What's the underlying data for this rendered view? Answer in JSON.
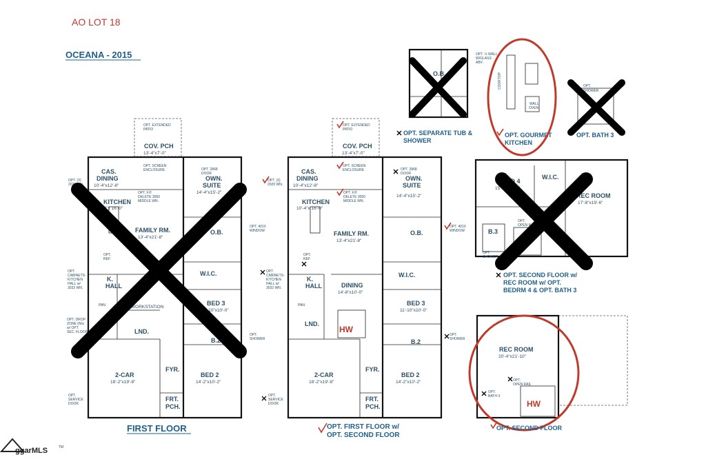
{
  "header": {
    "lot": "AO LOT 18",
    "model": "OCEANA - 2015"
  },
  "plan_left": {
    "title": "FIRST FLOOR",
    "rooms": {
      "cov_pch": "COV. PCH",
      "cov_pch_dim": "13'-4\"x7'-0\"",
      "cas_dining": "CAS.",
      "cas_dining2": "DINING",
      "cas_dining_dim": "10'-4\"x12'-8\"",
      "kitchen": "KITCHEN",
      "kitchen_dim": "10'-4\"x 16'-0\"",
      "family": "FAMILY RM.",
      "family_dim": "13'-4\"x21'-8\"",
      "own_suite": "OWN.",
      "own_suite2": "SUITE",
      "own_suite_dim": "14'-4\"x15'-2\"",
      "ob": "O.B.",
      "wic": "W.I.C.",
      "k_hall": "K.",
      "k_hall2": "HALL",
      "workstation": "WORKSTATION",
      "bed3": "BED 3",
      "bed3_dim": "11'-10\"x10'-0\"",
      "lnd": "LND.",
      "b2": "B.2",
      "two_car": "2-CAR",
      "two_car_dim": "18'-2\"x19'-8\"",
      "fyr": "FYR.",
      "bed2": "BED 2",
      "bed2_dim": "14'-2\"x10'-2\"",
      "frt": "FRT.",
      "pch": "PCH.",
      "pan": "PAN."
    },
    "options": {
      "ext_patio": "OPT. EXTENDED",
      "ext_patio2": "PATIO",
      "screen": "OPT. SCREEN",
      "screen2": "ENCLOSURE",
      "wn": "OPT. (3)",
      "wn2": "2020 WN.",
      "fp": "OPT. F.P.",
      "fp2": "DELETE 3050",
      "fp3": "MIDDLE WN.",
      "door": "OPT. 2868",
      "door2": "DOOR",
      "window": "OPT. 4010",
      "window2": "WINDOW",
      "ref": "OPT.",
      "ref2": "REF",
      "cab": "OPT.",
      "cab2": "CABINETS-",
      "cab3": "KITCHEN",
      "cab4": "HALL w/",
      "cab5": "3032 WN.",
      "drop": "OPT. DROP",
      "drop2": "ZONE (N/a",
      "drop3": "w/ OPT.",
      "drop4": "SEC. FLOOR",
      "shower": "OPT.",
      "shower2": "SHOWER",
      "service": "OPT.",
      "service2": "SERVICE",
      "service3": "DOOR"
    }
  },
  "plan_mid": {
    "title": "OPT. FIRST FLOOR w/",
    "title2": "OPT. SECOND FLOOR",
    "rooms": {
      "cov_pch": "COV. PCH",
      "cov_pch_dim": "13'-4\"x7'-0\"",
      "cas_dining": "CAS.",
      "cas_dining2": "DINING",
      "cas_dining_dim": "10'-4\"x12'-8\"",
      "kitchen": "KITCHEN",
      "kitchen_dim": "10'-4\"x 16'-0\"",
      "family": "FAMILY RM.",
      "family_dim": "13'-4\"x21'-8\"",
      "own_suite": "OWN.",
      "own_suite2": "SUITE",
      "own_suite_dim": "14'-4\"x15'-2\"",
      "ob": "O.B.",
      "wic": "W.I.C.",
      "k_hall": "K.",
      "k_hall2": "HALL",
      "dining": "DINING",
      "dining_dim": "14'-8\"x10'-0\"",
      "bed3": "BED 3",
      "bed3_dim": "11'-10\"x10'-0\"",
      "lnd": "LND.",
      "b2": "B.2",
      "two_car": "2-CAR",
      "two_car_dim": "18'-2\"x19'-8\"",
      "fyr": "FYR.",
      "bed2": "BED 2",
      "bed2_dim": "14'-2\"x10'-2\"",
      "frt": "FRT.",
      "pch": "PCH.",
      "pan": "PAN.",
      "hw": "HW"
    },
    "options": {
      "ext_patio": "OPT. EXTENDED",
      "ext_patio2": "PATIO",
      "screen": "OPT. SCREEN",
      "screen2": "ENCLOSURE",
      "wn": "OPT. (3)",
      "wn2": "2020 WN.",
      "fp": "OPT. F.P.",
      "fp2": "DELETE 3050",
      "fp3": "MIDDLE WN.",
      "door": "OPT. 2868",
      "door2": "DOOR",
      "window": "OPT. 4010",
      "window2": "WINDOW",
      "ref": "OPT.",
      "ref2": "REF",
      "cab": "OPT.",
      "cab2": "CABINETS-",
      "cab3": "KITCHEN",
      "cab4": "HALL w/",
      "cab5": "3032 WN.",
      "shower": "OPT.",
      "shower2": "SHOWER",
      "service": "OPT.",
      "service2": "SERVICE",
      "service3": "DOOR"
    }
  },
  "options_right": {
    "sep_tub": "OPT. SEPARATE TUB &",
    "sep_tub2": "SHOWER",
    "sep_ob": "O.B.",
    "wall": "OPT. ½ WALL",
    "wall2": "W/GLASS",
    "wall3": "ABV.",
    "gourmet": "OPT. GOURMET",
    "gourmet2": "KITCHEN",
    "cooktop": "COOKTOP",
    "wall_oven": "WALL",
    "wall_oven2": "OVEN",
    "bath": "OPT. BATH 3",
    "bath_shower": "OPT.",
    "bath_shower2": "SHOWER",
    "second_rec": "OPT. SECOND FLOOR w/",
    "second_rec2": "REC ROOM w/ OPT.",
    "second_rec3": "BEDRM 4 & OPT. BATH 3",
    "rec_room": "REC ROOM",
    "rec_room_dim": "17'-8\"x19'-6\"",
    "bed4": "BED 4",
    "bed4_dim": "15'-0\"x12'-2\"",
    "wic": "W.I.C.",
    "b3": "B.3",
    "open_rail": "OPT.",
    "open_rail2": "OPEN RAIL",
    "rshower": "OPT.",
    "rshower2": "SHOWER",
    "second": "OPT. SECOND FLOOR",
    "rec_room2": "REC ROOM",
    "rec_room2_dim": "20'-4\"x21'-10\"",
    "open_rail3": "OPT.",
    "open_rail4": "OPEN RAIL",
    "bath3": "OPT.",
    "bath3b": "BATH 3",
    "hw": "HW"
  },
  "watermark": {
    "text": "ggarMLS",
    "tm": "TM"
  },
  "colors": {
    "title_blue": "#1f5f8b",
    "accent_red": "#c0392b",
    "ink": "#111111"
  }
}
